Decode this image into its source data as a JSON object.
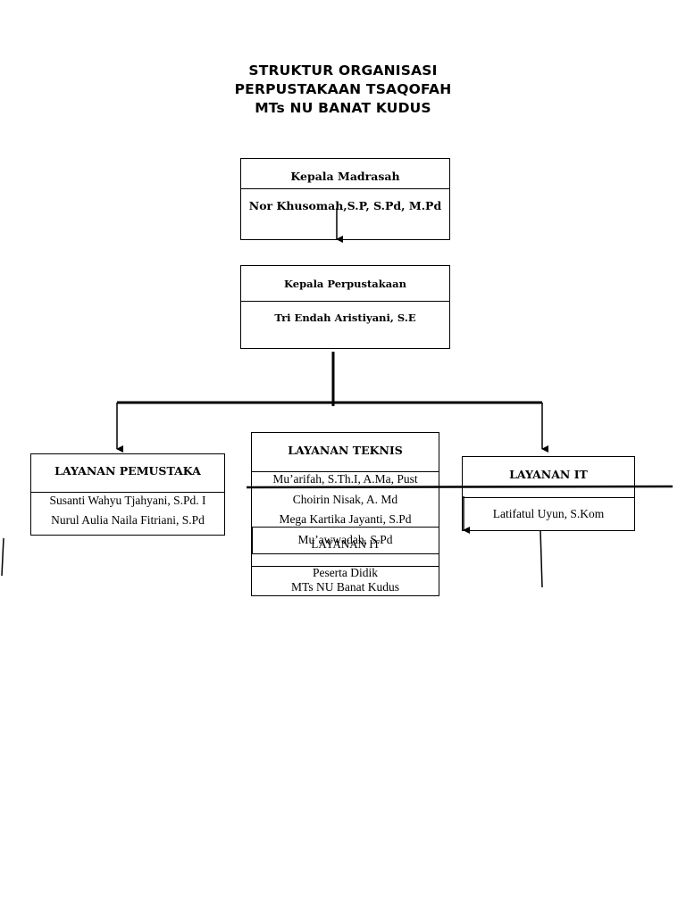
{
  "header": {
    "line1": "STRUKTUR ORGANISASI",
    "line2": "PERPUSTAKAAN TSAQOFAH",
    "line3": "MTs  NU BANAT KUDUS"
  },
  "kepala_madrasah": {
    "title": "Kepala Madrasah",
    "name": "Nor Khusomah,S.P, S.Pd, M.Pd"
  },
  "kepala_perpustakaan": {
    "title": "Kepala Perpustakaan",
    "name": "Tri Endah Aristiyani, S.E"
  },
  "layanan_pemustaka": {
    "title": "LAYANAN PEMUSTAKA",
    "members": [
      "Susanti Wahyu Tjahyani, S.Pd. I",
      "Nurul Aulia Naila Fitriani, S.Pd"
    ]
  },
  "layanan_teknis": {
    "title": "LAYANAN TEKNIS",
    "members": [
      "Mu’arifah, S.Th.I, A.Ma, Pust",
      "Choirin Nisak, A. Md",
      "Mega Kartika Jayanti, S.Pd",
      "Mu’awwadah, S.Pd"
    ]
  },
  "layanan_it_overlap": {
    "title": "LAYANAN IT"
  },
  "peserta": {
    "line1": "Peserta Didik",
    "line2": "MTs NU Banat Kudus"
  },
  "layanan_it": {
    "title": "LAYANAN IT",
    "member": "Latifatul Uyun, S.Kom"
  }
}
